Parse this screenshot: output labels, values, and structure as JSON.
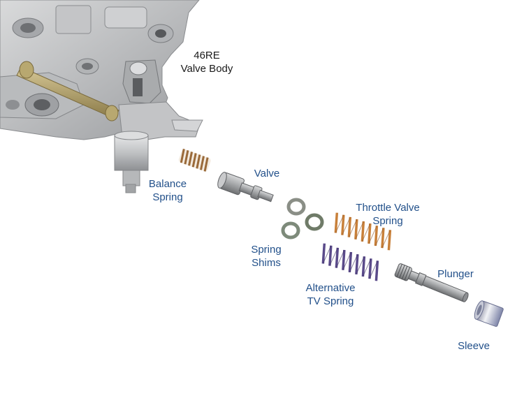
{
  "title": {
    "line1": "46RE",
    "line2": "Valve Body"
  },
  "parts": {
    "balance_spring": {
      "line1": "Balance",
      "line2": "Spring"
    },
    "valve": {
      "line1": "Valve"
    },
    "spring_shims": {
      "line1": "Spring",
      "line2": "Shims"
    },
    "throttle_valve_spring": {
      "line1": "Throttle Valve",
      "line2": "Spring"
    },
    "alternative_tv_spring": {
      "line1": "Alternative",
      "line2": "TV Spring"
    },
    "plunger": {
      "line1": "Plunger"
    },
    "sleeve": {
      "line1": "Sleeve"
    }
  },
  "colors": {
    "label_text": "#22508a",
    "title_text": "#1a1a1a",
    "body_metal": "#c9cacb",
    "balance_spring": "#9a6a3a",
    "throttle_spring": "#c8803a",
    "alt_spring": "#5a4a8a",
    "shim": "#7a8a7a"
  }
}
